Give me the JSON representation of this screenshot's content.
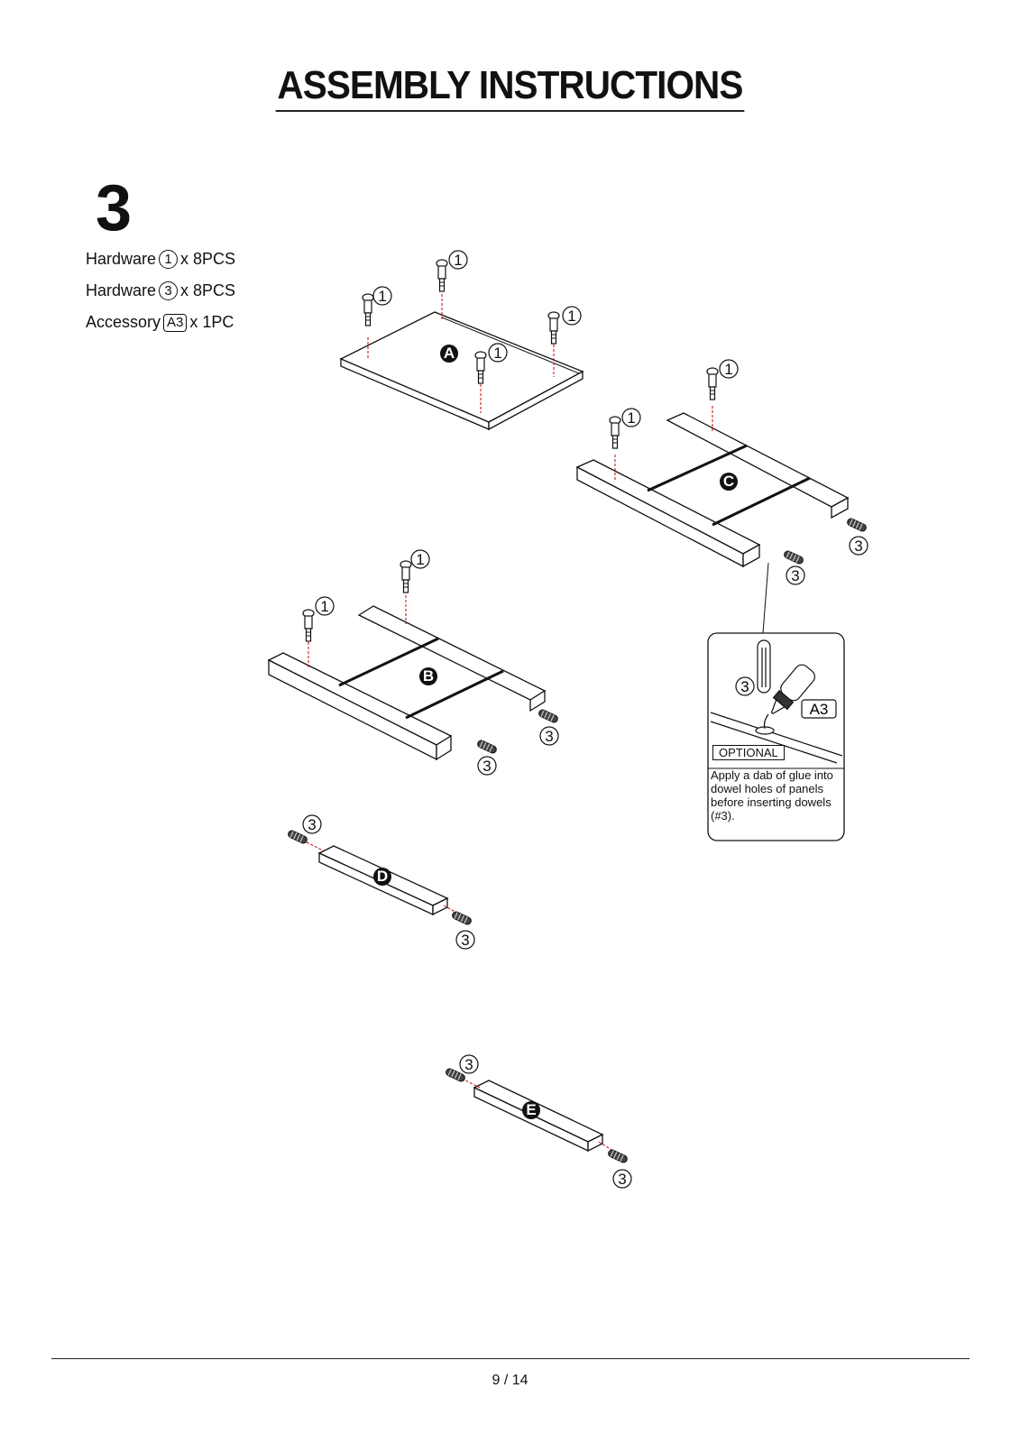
{
  "header": {
    "title": "ASSEMBLY INSTRUCTIONS"
  },
  "step": {
    "number": "3"
  },
  "hardware": [
    {
      "prefix": "Hardware",
      "badge": "1",
      "badge_style": "circle",
      "qty": "x 8PCS"
    },
    {
      "prefix": "Hardware",
      "badge": "3",
      "badge_style": "circle",
      "qty": "x 8PCS"
    },
    {
      "prefix": "Accessory",
      "badge": "A3",
      "badge_style": "box",
      "qty": "x 1PC"
    }
  ],
  "parts": {
    "a": "A",
    "b": "B",
    "c": "C",
    "d": "D",
    "e": "E"
  },
  "callouts": {
    "one": "1",
    "three": "3"
  },
  "glue_detail": {
    "hardware_badge": "3",
    "accessory_badge": "A3",
    "optional_label": "OPTIONAL",
    "note": "Apply a dab of glue into dowel holes of panels before inserting dowels  (#3)."
  },
  "footer": {
    "page": "9 / 14"
  }
}
